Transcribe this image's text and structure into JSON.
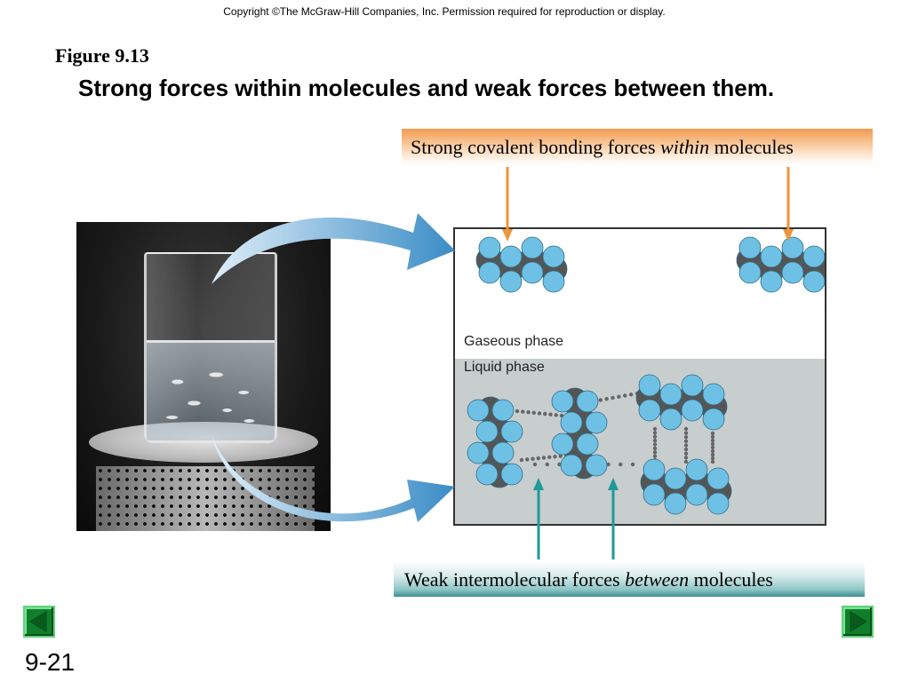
{
  "copyright": "Copyright ©The McGraw-Hill Companies, Inc.  Permission required for reproduction or display.",
  "figure": {
    "label": "Figure 9.13",
    "title": "Strong forces within molecules and weak forces between them."
  },
  "callouts": {
    "top": {
      "prefix": "Strong covalent bonding forces ",
      "emphasis": "within",
      "suffix": " molecules"
    },
    "bottom": {
      "prefix": "Weak intermolecular forces ",
      "emphasis": "between",
      "suffix": " molecules"
    }
  },
  "phases": {
    "gaseous": "Gaseous phase",
    "liquid": "Liquid phase"
  },
  "colors": {
    "orange_accent": "#f0953a",
    "teal_accent": "#1e9a98",
    "hydrogen_atom": "#6ec1e4",
    "carbon_atom": "#555555",
    "blue_arrow": "#3a8cc6",
    "nav_green": "#0f7f2a"
  },
  "navigation": {
    "prev_icon": "triangle-left-icon",
    "next_icon": "triangle-right-icon"
  },
  "slide_number": "9-21"
}
